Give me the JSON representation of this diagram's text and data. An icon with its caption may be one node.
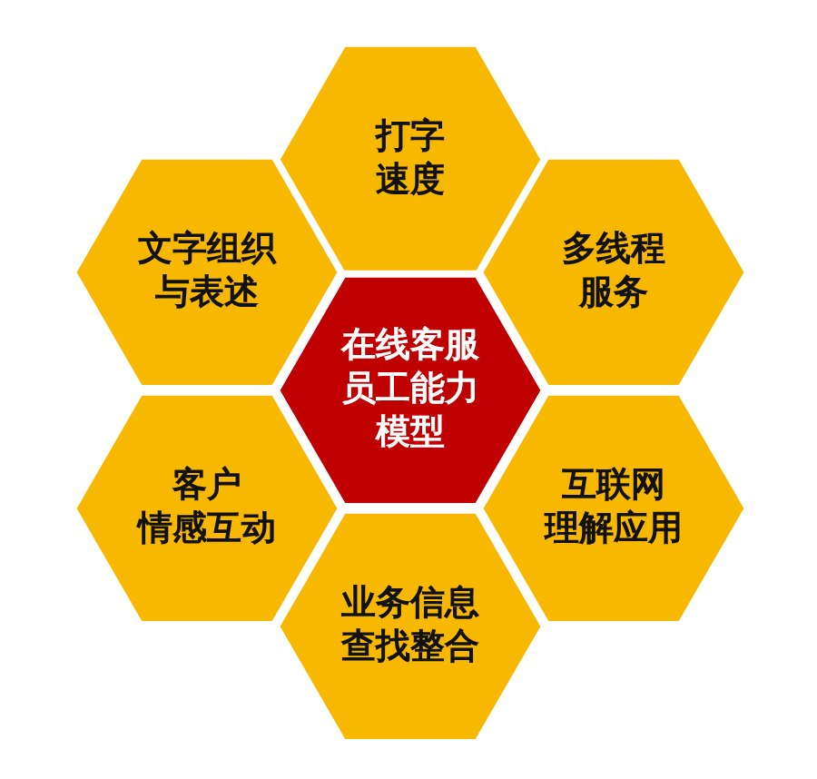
{
  "diagram": {
    "nodes": [
      {
        "text": [
          "打字速度"
        ]
      },
      {
        "text": [
          "文字组织与表述"
        ]
      },
      {
        "text": [
          "多线程服务"
        ]
      },
      {
        "text": [
          "在线客服员工能力模型"
        ]
      },
      {
        "text": [
          "客户情感互动"
        ]
      },
      {
        "text": [
          "互联网理解应用"
        ]
      },
      {
        "text": [
          "业务信息查找整合"
        ]
      }
    ]
  }
}
